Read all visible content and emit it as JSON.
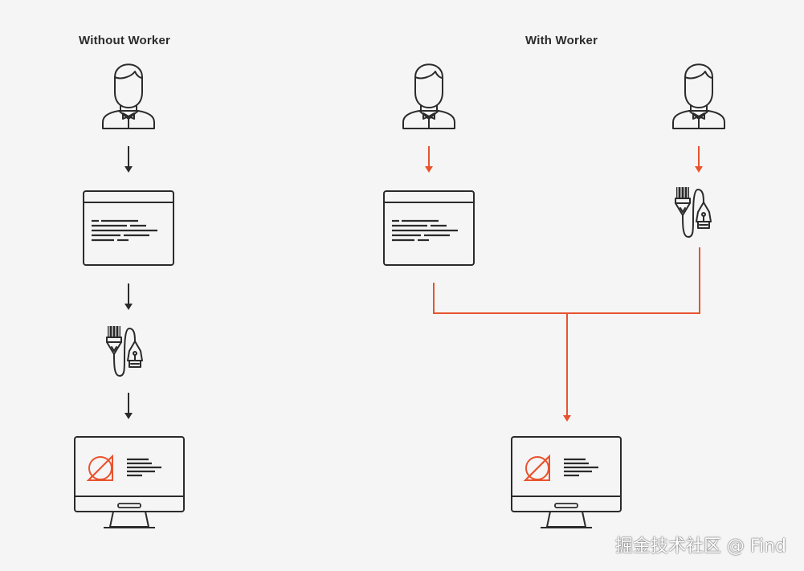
{
  "labels": {
    "without_worker": "Without Worker",
    "with_worker": "With Worker"
  },
  "watermark": "掘金技术社区 @ Find",
  "colors": {
    "background": "#f5f5f5",
    "stroke": "#2b2b2b",
    "accent": "#e8532e"
  },
  "icons": [
    "person-icon",
    "browser-window-icon",
    "design-tools-icon",
    "monitor-icon",
    "arrow-down-icon"
  ]
}
